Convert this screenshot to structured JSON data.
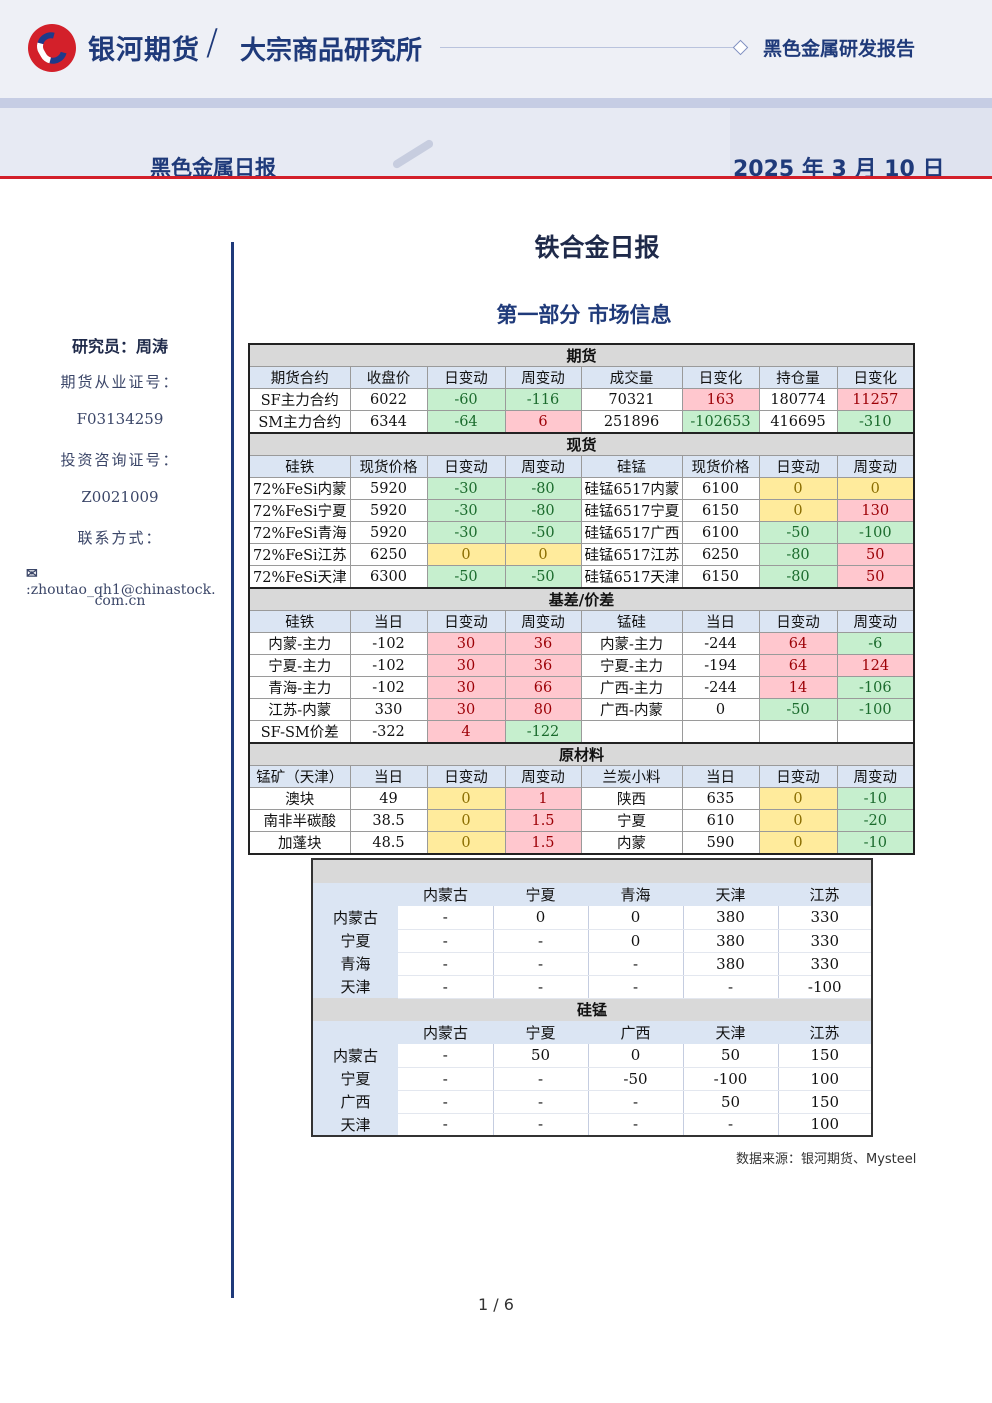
{
  "header": {
    "brand": "银河期货",
    "slash": "/",
    "institute": "大宗商品研究所",
    "report_type": "黑色金属研发报告",
    "daily_title": "黑色金属日报",
    "date": "2025 年 3 月 10 日"
  },
  "sidebar": {
    "researcher": "研究员：周涛",
    "license_label": "期货从业证号：",
    "license_no": "F03134259",
    "consult_label": "投资咨询证号：",
    "consult_no": "Z0021009",
    "contact_label": "联系方式：",
    "email_line1": ":zhoutao_qh1@chinastock.",
    "email_line2": "com.cn"
  },
  "title": "铁合金日报",
  "part_title": "第一部分 市场信息",
  "futures": {
    "section": "期货",
    "headers": [
      "期货合约",
      "收盘价",
      "日变动",
      "周变动",
      "成交量",
      "日变化",
      "持仓量",
      "日变化"
    ],
    "rows": [
      [
        "SF主力合约",
        "6022",
        "-60",
        "-116",
        "70321",
        "163",
        "180774",
        "11257"
      ],
      [
        "SM主力合约",
        "6344",
        "-64",
        "6",
        "251896",
        "-102653",
        "416695",
        "-310"
      ]
    ]
  },
  "spot": {
    "section": "现货",
    "headers": [
      "硅铁",
      "现货价格",
      "日变动",
      "周变动",
      "硅锰",
      "现货价格",
      "日变动",
      "周变动"
    ],
    "rows": [
      [
        "72%FeSi内蒙",
        "5920",
        "-30",
        "-80",
        "硅锰6517内蒙",
        "6100",
        "0",
        "0"
      ],
      [
        "72%FeSi宁夏",
        "5920",
        "-30",
        "-80",
        "硅锰6517宁夏",
        "6150",
        "0",
        "130"
      ],
      [
        "72%FeSi青海",
        "5920",
        "-30",
        "-50",
        "硅锰6517广西",
        "6100",
        "-50",
        "-100"
      ],
      [
        "72%FeSi江苏",
        "6250",
        "0",
        "0",
        "硅锰6517江苏",
        "6250",
        "-80",
        "50"
      ],
      [
        "72%FeSi天津",
        "6300",
        "-50",
        "-50",
        "硅锰6517天津",
        "6150",
        "-80",
        "50"
      ]
    ]
  },
  "basis": {
    "section": "基差/价差",
    "headers": [
      "硅铁",
      "当日",
      "日变动",
      "周变动",
      "锰硅",
      "当日",
      "日变动",
      "周变动"
    ],
    "rows": [
      [
        "内蒙-主力",
        "-102",
        "30",
        "36",
        "内蒙-主力",
        "-244",
        "64",
        "-6"
      ],
      [
        "宁夏-主力",
        "-102",
        "30",
        "36",
        "宁夏-主力",
        "-194",
        "64",
        "124"
      ],
      [
        "青海-主力",
        "-102",
        "30",
        "66",
        "广西-主力",
        "-244",
        "14",
        "-106"
      ],
      [
        "江苏-内蒙",
        "330",
        "30",
        "80",
        "广西-内蒙",
        "0",
        "-50",
        "-100"
      ],
      [
        "SF-SM价差",
        "-322",
        "4",
        "-122",
        "",
        "",
        "",
        ""
      ]
    ]
  },
  "raw": {
    "section": "原材料",
    "headers": [
      "锰矿（天津）",
      "当日",
      "日变动",
      "周变动",
      "兰炭小料",
      "当日",
      "日变动",
      "周变动"
    ],
    "rows": [
      [
        "澳块",
        "49",
        "0",
        "1",
        "陕西",
        "635",
        "0",
        "-10"
      ],
      [
        "南非半碳酸",
        "38.5",
        "0",
        "1.5",
        "宁夏",
        "610",
        "0",
        "-20"
      ],
      [
        "加蓬块",
        "48.5",
        "0",
        "1.5",
        "内蒙",
        "590",
        "0",
        "-10"
      ]
    ]
  },
  "spread_fesi": {
    "cols": [
      "内蒙古",
      "宁夏",
      "青海",
      "天津",
      "江苏"
    ],
    "rows": [
      {
        "label": "内蒙古",
        "vals": [
          "-",
          "0",
          "0",
          "380",
          "330"
        ]
      },
      {
        "label": "宁夏",
        "vals": [
          "-",
          "-",
          "0",
          "380",
          "330"
        ]
      },
      {
        "label": "青海",
        "vals": [
          "-",
          "-",
          "-",
          "380",
          "330"
        ]
      },
      {
        "label": "天津",
        "vals": [
          "-",
          "-",
          "-",
          "-",
          "-100"
        ]
      }
    ]
  },
  "spread_simn": {
    "section": "硅锰",
    "cols": [
      "内蒙古",
      "宁夏",
      "广西",
      "天津",
      "江苏"
    ],
    "rows": [
      {
        "label": "内蒙古",
        "vals": [
          "-",
          "50",
          "0",
          "50",
          "150"
        ]
      },
      {
        "label": "宁夏",
        "vals": [
          "-",
          "-",
          "-50",
          "-100",
          "100"
        ]
      },
      {
        "label": "广西",
        "vals": [
          "-",
          "-",
          "-",
          "50",
          "150"
        ]
      },
      {
        "label": "天津",
        "vals": [
          "-",
          "-",
          "-",
          "-",
          "100"
        ]
      }
    ]
  },
  "source": "数据来源：银河期货、Mysteel",
  "page": "1 / 6",
  "colors": {
    "brand_blue": "#1f3a7a",
    "brand_red": "#d3202a",
    "pos": "#ffc7ce",
    "neg": "#c6efce",
    "zero": "#ffeb9c"
  }
}
